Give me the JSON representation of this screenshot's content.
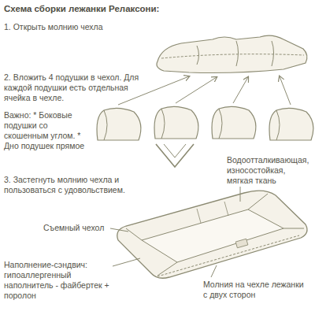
{
  "diagram": {
    "title": "Схема сборки лежанки Релаксони:",
    "labels": [
      "1. Открыть молнию чехла",
      "2. Вложить 4 подушки в чехол. Для каждой подушки есть отдельная ячейка в чехле.",
      "Важно: * Боковые подушки со скошенным углом. * Дно подушек прямое",
      "Водоотталкивающая, износостойкая, мягкая ткань",
      "3. Застегнуть молнию чехла и пользоваться с удовольствием.",
      "Съемный чехол",
      "Наполнение-сэндвич: гипоаллергенный наполнитель - файбертек + поролон",
      "Молния на чехле лежанки с двух сторон"
    ]
  }
}
